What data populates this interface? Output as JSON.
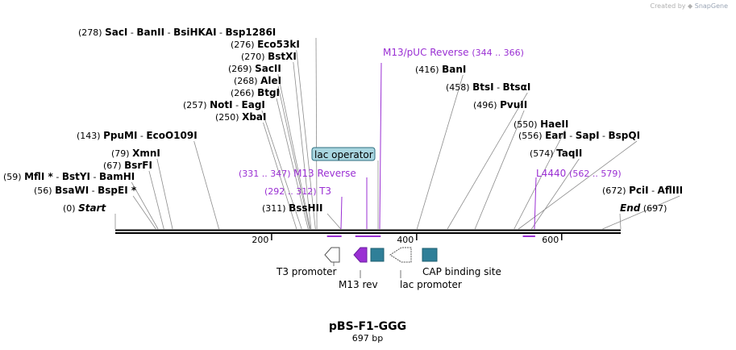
{
  "credit": {
    "prefix": "Created by",
    "brand": "SnapGene"
  },
  "plasmid": {
    "name": "pBS-F1-GGG",
    "length_label": "697 bp",
    "length": 697
  },
  "ruler": [
    {
      "label": "200",
      "pos": 200
    },
    {
      "label": "400",
      "pos": 400
    },
    {
      "label": "600",
      "pos": 600
    }
  ],
  "sites": [
    {
      "pos": 0,
      "pos_label": "(0)",
      "names": [
        "Start"
      ],
      "italic": true
    },
    {
      "pos": 56,
      "pos_label": "(56)",
      "names": [
        "BsaWI",
        "BspEI *"
      ]
    },
    {
      "pos": 59,
      "pos_label": "(59)",
      "names": [
        "MflI *",
        "BstYI",
        "BamHI"
      ]
    },
    {
      "pos": 67,
      "pos_label": "(67)",
      "names": [
        "BsrFI"
      ]
    },
    {
      "pos": 79,
      "pos_label": "(79)",
      "names": [
        "XmnI"
      ]
    },
    {
      "pos": 143,
      "pos_label": "(143)",
      "names": [
        "PpuMI",
        "EcoO109I"
      ]
    },
    {
      "pos": 250,
      "pos_label": "(250)",
      "names": [
        "XbaI"
      ]
    },
    {
      "pos": 257,
      "pos_label": "(257)",
      "names": [
        "NotI",
        "EagI"
      ]
    },
    {
      "pos": 266,
      "pos_label": "(266)",
      "names": [
        "BtgI"
      ]
    },
    {
      "pos": 268,
      "pos_label": "(268)",
      "names": [
        "AleI"
      ]
    },
    {
      "pos": 269,
      "pos_label": "(269)",
      "names": [
        "SacII"
      ]
    },
    {
      "pos": 270,
      "pos_label": "(270)",
      "names": [
        "BstXI"
      ]
    },
    {
      "pos": 276,
      "pos_label": "(276)",
      "names": [
        "Eco53kI"
      ]
    },
    {
      "pos": 278,
      "pos_label": "(278)",
      "names": [
        "SacI",
        "BanII",
        "BsiHKAI",
        "Bsp1286I"
      ]
    },
    {
      "pos": 311,
      "pos_label": "(311)",
      "names": [
        "BssHII"
      ]
    },
    {
      "pos": 416,
      "pos_label": "(416)",
      "names": [
        "BanI"
      ]
    },
    {
      "pos": 458,
      "pos_label": "(458)",
      "names": [
        "BtsI",
        "BtsαI"
      ]
    },
    {
      "pos": 496,
      "pos_label": "(496)",
      "names": [
        "PvuII"
      ]
    },
    {
      "pos": 550,
      "pos_label": "(550)",
      "names": [
        "HaeII"
      ]
    },
    {
      "pos": 556,
      "pos_label": "(556)",
      "names": [
        "EarI",
        "SapI",
        "BspQI"
      ]
    },
    {
      "pos": 574,
      "pos_label": "(574)",
      "names": [
        "TaqII"
      ]
    },
    {
      "pos": 672,
      "pos_label": "(672)",
      "names": [
        "PciI",
        "AflIII"
      ]
    },
    {
      "pos": 697,
      "pos_label": "(697)",
      "names": [
        "End"
      ],
      "italic": true
    }
  ],
  "primers": [
    {
      "name": "M13/pUC Reverse",
      "range": "(344 .. 366)",
      "start": 344,
      "end": 366
    },
    {
      "name": "M13 Reverse",
      "range": "(331 .. 347)",
      "start": 331,
      "end": 347
    },
    {
      "name": "T3",
      "range": "(292 .. 312)",
      "start": 292,
      "end": 312
    },
    {
      "name": "L4440",
      "range": "(562 .. 579)",
      "start": 562,
      "end": 579
    }
  ],
  "features": [
    {
      "name": "lac operator",
      "start": 345,
      "end": 361,
      "kind": "boxed-label"
    },
    {
      "name": "T3 promoter",
      "start": 292,
      "end": 313,
      "kind": "promoter"
    },
    {
      "name": "M13 rev",
      "start": 327,
      "end": 343,
      "kind": "primer-bind"
    },
    {
      "name": "lac promoter",
      "start": 366,
      "end": 396,
      "kind": "promoter"
    },
    {
      "name": "CAP binding site",
      "start": 420,
      "end": 441,
      "kind": "protein-bind"
    }
  ],
  "colors": {
    "primer": "#9a2fd3",
    "feature_teal": "#2f7f98",
    "operator_fill": "#a9d6e0",
    "backbone": "#000000",
    "site_line": "#8c8c8c"
  }
}
